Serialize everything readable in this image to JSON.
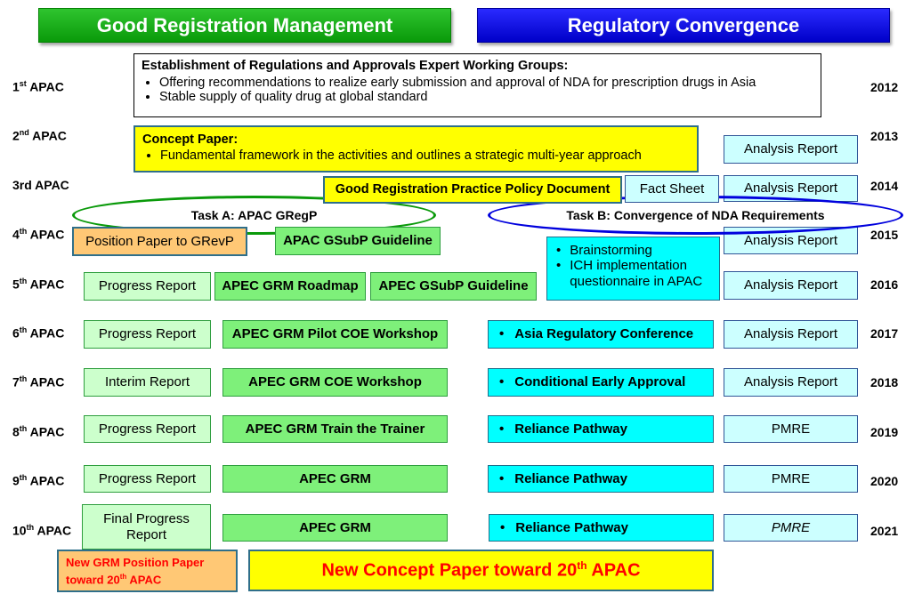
{
  "headers": {
    "left": "Good Registration Management",
    "right": "Regulatory Convergence"
  },
  "rows": [
    {
      "label": "1",
      "suffix": "st",
      "word": "APAC",
      "year": "2012"
    },
    {
      "label": "2",
      "suffix": "nd",
      "word": "APAC",
      "year": "2013"
    },
    {
      "label": "3rd APAC",
      "suffix": "",
      "word": "",
      "year": "2014"
    },
    {
      "label": "4",
      "suffix": "th",
      "word": "APAC",
      "year": "2015"
    },
    {
      "label": "5",
      "suffix": "th",
      "word": "APAC",
      "year": "2016"
    },
    {
      "label": "6",
      "suffix": "th",
      "word": "APAC",
      "year": "2017"
    },
    {
      "label": "7",
      "suffix": "th",
      "word": "APAC",
      "year": "2018"
    },
    {
      "label": "8",
      "suffix": "th",
      "word": "APAC",
      "year": "2019"
    },
    {
      "label": "9",
      "suffix": "th",
      "word": "APAC",
      "year": "2020"
    },
    {
      "label": "10",
      "suffix": "th",
      "word": "APAC",
      "year": "2021"
    }
  ],
  "establishment": {
    "title": "Establishment of Regulations and Approvals Expert Working Groups:",
    "bullets": [
      "Offering recommendations to realize early submission and approval of NDA for prescription drugs in Asia",
      "Stable supply of quality drug at global standard"
    ]
  },
  "concept_paper": {
    "title": "Concept Paper:",
    "bullet": "Fundamental framework in the activities and outlines a strategic multi-year approach"
  },
  "grp_policy": "Good Registration Practice Policy Document",
  "fact_sheet": "Fact Sheet",
  "task_a": "Task A: APAC GRegP",
  "task_b": "Task B: Convergence of NDA Requirements",
  "position_paper": "Position Paper to GRevP",
  "gsubp_guideline_4": "APAC GSubP Guideline",
  "brainstorm": {
    "b1": "Brainstorming",
    "b2": "ICH implementation questionnaire in APAC"
  },
  "left_reports": [
    "Progress Report",
    "Progress Report",
    "Interim Report",
    "Progress Report",
    "Progress Report",
    "Final Progress Report"
  ],
  "grm_roadmap": "APEC GRM Roadmap",
  "gsubp_guideline_5": "APEC GSubP Guideline",
  "green_items": [
    "APEC GRM Pilot COE Workshop",
    "APEC GRM COE Workshop",
    "APEC GRM Train the Trainer",
    "APEC GRM",
    "APEC GRM"
  ],
  "cyan_items": [
    "Asia Regulatory Conference",
    "Conditional Early Approval",
    "Reliance Pathway",
    "Reliance Pathway",
    "Reliance Pathway"
  ],
  "right_reports": [
    "Analysis Report",
    "Analysis Report",
    "Analysis Report",
    "Analysis Report",
    "Analysis Report",
    "Analysis Report",
    "PMRE",
    "PMRE",
    "PMRE"
  ],
  "new_position_paper": {
    "line1": "New GRM Position Paper",
    "line2a": "toward 20",
    "sup": "th",
    "line2b": " APAC"
  },
  "new_concept_paper": {
    "a": "New Concept Paper toward 20",
    "sup": "th",
    "b": " APAC"
  },
  "colors": {
    "green_header": "#0a9a0a",
    "blue_header": "#0000c8",
    "yellow": "#ffff00",
    "cyan": "#00ffff",
    "light_green": "#ccffcc",
    "green": "#7ef07a",
    "light_cyan": "#ccffff",
    "orange": "#ffc875",
    "red_text": "#ff0000"
  }
}
